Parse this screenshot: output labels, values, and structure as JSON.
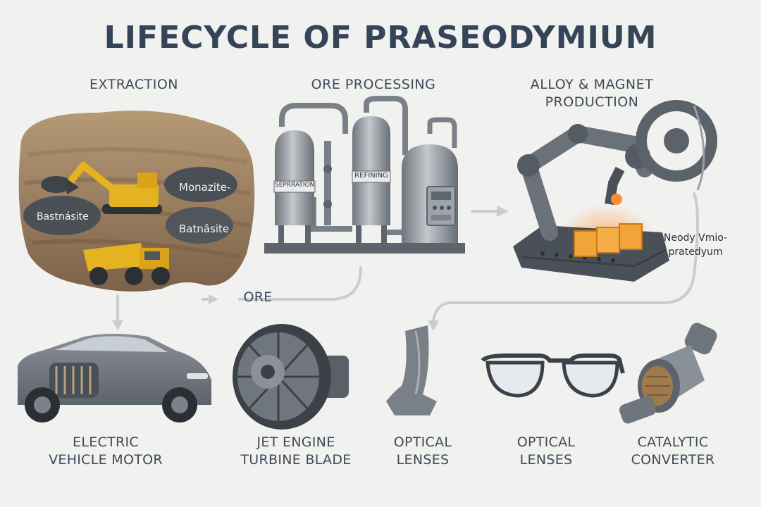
{
  "title": "LIFECYCLE OF PRASEODYMIUM",
  "stages": {
    "extraction": "EXTRACTION",
    "ore_processing": "ORE PROCESSING",
    "alloy_line1": "ALLOY & MAGNET",
    "alloy_line2": "PRODUCTION"
  },
  "mine_labels": {
    "monazite": "Monazite-",
    "bastnasite_left": "Bastnásite",
    "bastnasite_right": "Batnâsite"
  },
  "tank_labels": {
    "separation": "SEPRRATION",
    "refining": "REFINING"
  },
  "magnet_label": {
    "line1": "Neody Vmio-",
    "line2": "pratedyum"
  },
  "flow_label": "ORE",
  "applications": [
    {
      "line1": "ELECTRIC",
      "line2": "VEHICLE MOTOR"
    },
    {
      "line1": "JET ENGINE",
      "line2": "TURBINE BLADE"
    },
    {
      "line1": "OPTICAL",
      "line2": "LENSES"
    },
    {
      "line1": "OPTICAL",
      "line2": "LENSES"
    },
    {
      "line1": "CATALYTIC",
      "line2": "CONVERTER"
    }
  ],
  "colors": {
    "background": "#f1f1ef",
    "title": "#354456",
    "steel": "#8a8f96",
    "machine_yellow": "#e6b320",
    "magnet_orange": "#f2a43a",
    "arrow": "#c9cdd2"
  }
}
